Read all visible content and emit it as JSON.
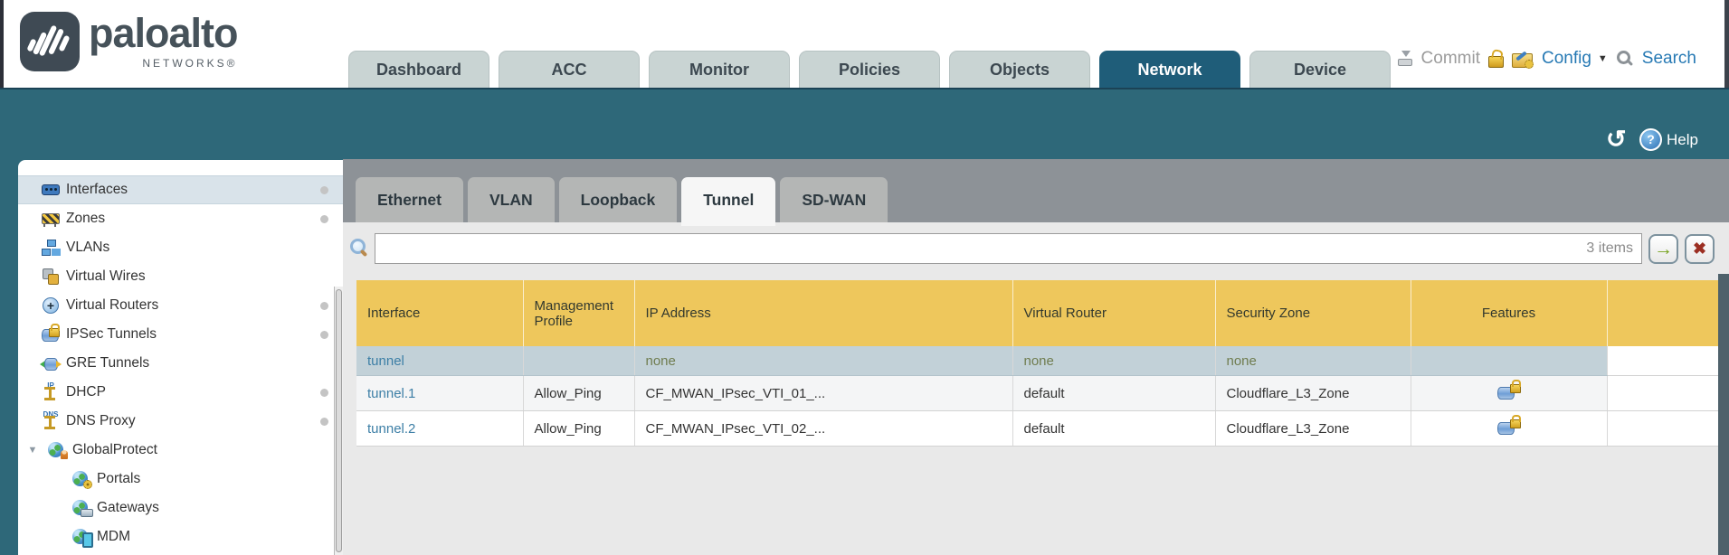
{
  "brand": {
    "name": "paloalto",
    "sub": "NETWORKS®"
  },
  "nav": {
    "tabs": [
      {
        "label": "Dashboard"
      },
      {
        "label": "ACC"
      },
      {
        "label": "Monitor"
      },
      {
        "label": "Policies"
      },
      {
        "label": "Objects"
      },
      {
        "label": "Network",
        "active": true
      },
      {
        "label": "Device"
      }
    ],
    "actions": {
      "commit": "Commit",
      "config": "Config",
      "search": "Search",
      "icons": [
        "commit-icon",
        "lock-icon",
        "config-folder-icon",
        "dropdown-caret-icon",
        "search-icon"
      ]
    }
  },
  "header_bar": {
    "help": "Help",
    "icons": [
      "refresh-icon",
      "help-icon"
    ]
  },
  "sidebar": {
    "items": [
      {
        "label": "Interfaces",
        "icon": "interfaces-icon",
        "selected": true,
        "dot": true
      },
      {
        "label": "Zones",
        "icon": "zones-icon",
        "dot": true
      },
      {
        "label": "VLANs",
        "icon": "vlans-icon"
      },
      {
        "label": "Virtual Wires",
        "icon": "virtual-wires-icon"
      },
      {
        "label": "Virtual Routers",
        "icon": "virtual-routers-icon",
        "dot": true
      },
      {
        "label": "IPSec Tunnels",
        "icon": "ipsec-tunnels-icon",
        "dot": true
      },
      {
        "label": "GRE Tunnels",
        "icon": "gre-tunnels-icon"
      },
      {
        "label": "DHCP",
        "icon": "dhcp-icon",
        "dot": true
      },
      {
        "label": "DNS Proxy",
        "icon": "dns-proxy-icon",
        "dot": true
      },
      {
        "label": "GlobalProtect",
        "icon": "globalprotect-icon",
        "expander": true
      },
      {
        "label": "Portals",
        "icon": "portals-icon",
        "indent": true
      },
      {
        "label": "Gateways",
        "icon": "gateways-icon",
        "indent": true
      },
      {
        "label": "MDM",
        "icon": "mdm-icon",
        "indent": true
      }
    ]
  },
  "subtabs": [
    {
      "label": "Ethernet"
    },
    {
      "label": "VLAN"
    },
    {
      "label": "Loopback"
    },
    {
      "label": "Tunnel",
      "active": true
    },
    {
      "label": "SD-WAN"
    }
  ],
  "toolbar": {
    "count": "3 items",
    "filter_value": "",
    "icons": [
      "magnifier-icon",
      "apply-filter-arrow-icon",
      "clear-filter-x-icon"
    ]
  },
  "table": {
    "columns": [
      "Interface",
      "Management Profile",
      "IP Address",
      "Virtual Router",
      "Security Zone",
      "Features"
    ],
    "rows": [
      {
        "interface": "tunnel",
        "management_profile": "",
        "ip_address": "none",
        "virtual_router": "none",
        "security_zone": "none",
        "features": false,
        "selected": true,
        "muted": true
      },
      {
        "interface": "tunnel.1",
        "management_profile": "Allow_Ping",
        "ip_address": "CF_MWAN_IPsec_VTI_01_...",
        "virtual_router": "default",
        "security_zone": "Cloudflare_L3_Zone",
        "features": true
      },
      {
        "interface": "tunnel.2",
        "management_profile": "Allow_Ping",
        "ip_address": "CF_MWAN_IPsec_VTI_02_...",
        "virtual_router": "default",
        "security_zone": "Cloudflare_L3_Zone",
        "features": true
      }
    ],
    "features_icon": "tunnel-lock-icon"
  },
  "colors": {
    "accent_teal": "#2e6879",
    "active_tab": "#1f5d79",
    "header_yellow": "#eec75c",
    "selected_row": "#c2d1d8",
    "link": "#3d7fa6",
    "none_text": "#6f7c4f"
  }
}
